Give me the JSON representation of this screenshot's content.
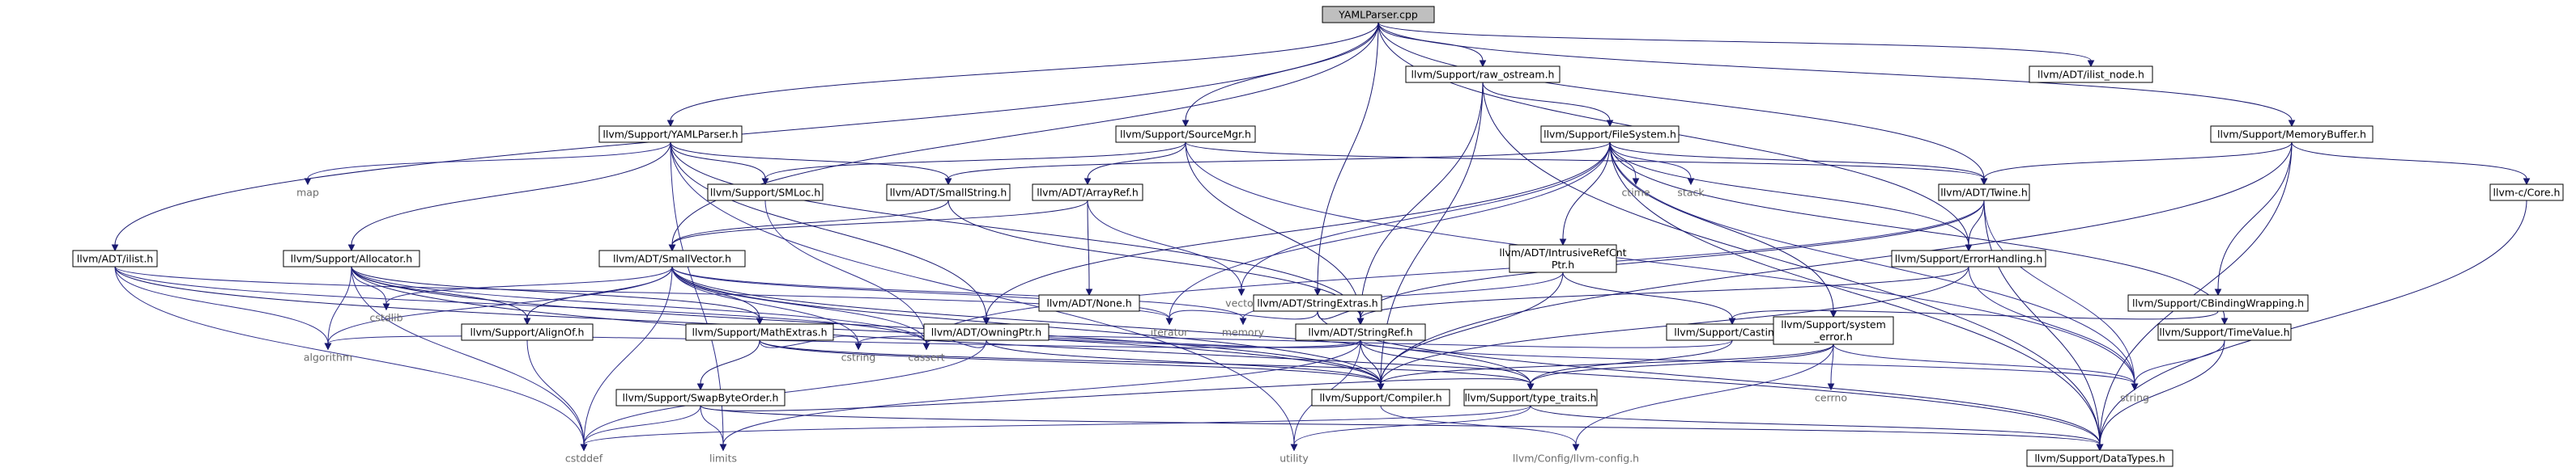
{
  "root": "YAMLParser.cpp",
  "nodes": [
    {
      "id": "root",
      "label": "YAMLParser.cpp",
      "kind": "root"
    },
    {
      "id": "raw_ostream",
      "label": "llvm/Support/raw_ostream.h",
      "kind": "header"
    },
    {
      "id": "ilist_node",
      "label": "llvm/ADT/ilist_node.h",
      "kind": "header"
    },
    {
      "id": "yamlparser",
      "label": "llvm/Support/YAMLParser.h",
      "kind": "header"
    },
    {
      "id": "sourcemgr",
      "label": "llvm/Support/SourceMgr.h",
      "kind": "header"
    },
    {
      "id": "filesystem",
      "label": "llvm/Support/FileSystem.h",
      "kind": "header"
    },
    {
      "id": "memorybuffer",
      "label": "llvm/Support/MemoryBuffer.h",
      "kind": "header"
    },
    {
      "id": "map",
      "label": "map",
      "kind": "std"
    },
    {
      "id": "smloc",
      "label": "llvm/Support/SMLoc.h",
      "kind": "header"
    },
    {
      "id": "smallstring",
      "label": "llvm/ADT/SmallString.h",
      "kind": "header"
    },
    {
      "id": "arrayref",
      "label": "llvm/ADT/ArrayRef.h",
      "kind": "header"
    },
    {
      "id": "ctime",
      "label": "ctime",
      "kind": "std"
    },
    {
      "id": "stack",
      "label": "stack",
      "kind": "std"
    },
    {
      "id": "twine",
      "label": "llvm/ADT/Twine.h",
      "kind": "header"
    },
    {
      "id": "llvmc_core",
      "label": "llvm-c/Core.h",
      "kind": "header"
    },
    {
      "id": "ilist",
      "label": "llvm/ADT/ilist.h",
      "kind": "header"
    },
    {
      "id": "allocator",
      "label": "llvm/Support/Allocator.h",
      "kind": "header"
    },
    {
      "id": "smallvector",
      "label": "llvm/ADT/SmallVector.h",
      "kind": "header"
    },
    {
      "id": "none",
      "label": "llvm/ADT/None.h",
      "kind": "header"
    },
    {
      "id": "vector",
      "label": "vector",
      "kind": "std"
    },
    {
      "id": "stringextras",
      "label": "llvm/ADT/StringExtras.h",
      "kind": "header"
    },
    {
      "id": "intrusiverefcnt",
      "label": "llvm/ADT/IntrusiveRefCntPtr.h",
      "label_lines": [
        "llvm/ADT/IntrusiveRefCnt",
        "Ptr.h"
      ],
      "kind": "header"
    },
    {
      "id": "errorhandling",
      "label": "llvm/Support/ErrorHandling.h",
      "kind": "header"
    },
    {
      "id": "cbindingwrapping",
      "label": "llvm/Support/CBindingWrapping.h",
      "kind": "header"
    },
    {
      "id": "cstdlib",
      "label": "cstdlib",
      "kind": "std"
    },
    {
      "id": "alignof",
      "label": "llvm/Support/AlignOf.h",
      "kind": "header"
    },
    {
      "id": "mathextras",
      "label": "llvm/Support/MathExtras.h",
      "kind": "header"
    },
    {
      "id": "owningptr",
      "label": "llvm/ADT/OwningPtr.h",
      "kind": "header"
    },
    {
      "id": "iterator",
      "label": "iterator",
      "kind": "std"
    },
    {
      "id": "memory",
      "label": "memory",
      "kind": "std"
    },
    {
      "id": "stringref",
      "label": "llvm/ADT/StringRef.h",
      "kind": "header"
    },
    {
      "id": "casting",
      "label": "llvm/Support/Casting.h",
      "kind": "header"
    },
    {
      "id": "system_error",
      "label": "llvm/Support/system_error.h",
      "label_lines": [
        "llvm/Support/system",
        "_error.h"
      ],
      "kind": "header"
    },
    {
      "id": "timevalue",
      "label": "llvm/Support/TimeValue.h",
      "kind": "header"
    },
    {
      "id": "algorithm",
      "label": "algorithm",
      "kind": "std"
    },
    {
      "id": "cstring",
      "label": "cstring",
      "kind": "std"
    },
    {
      "id": "cassert",
      "label": "cassert",
      "kind": "std"
    },
    {
      "id": "swapbyteorder",
      "label": "llvm/Support/SwapByteOrder.h",
      "kind": "header"
    },
    {
      "id": "compiler",
      "label": "llvm/Support/Compiler.h",
      "kind": "header"
    },
    {
      "id": "type_traits",
      "label": "llvm/Support/type_traits.h",
      "kind": "header"
    },
    {
      "id": "cerrno",
      "label": "cerrno",
      "kind": "std"
    },
    {
      "id": "string",
      "label": "string",
      "kind": "std"
    },
    {
      "id": "cstddef",
      "label": "cstddef",
      "kind": "std"
    },
    {
      "id": "limits",
      "label": "limits",
      "kind": "std"
    },
    {
      "id": "utility",
      "label": "utility",
      "kind": "std"
    },
    {
      "id": "llvm_config",
      "label": "llvm/Config/llvm-config.h",
      "kind": "std"
    },
    {
      "id": "datatypes",
      "label": "llvm/Support/DataTypes.h",
      "kind": "header"
    }
  ],
  "edges": [
    [
      "root",
      "raw_ostream"
    ],
    [
      "root",
      "ilist_node"
    ],
    [
      "root",
      "yamlparser"
    ],
    [
      "root",
      "sourcemgr"
    ],
    [
      "root",
      "memorybuffer"
    ],
    [
      "root",
      "twine"
    ],
    [
      "root",
      "errorhandling"
    ],
    [
      "root",
      "stringextras"
    ],
    [
      "root",
      "ilist"
    ],
    [
      "root",
      "smallvector"
    ],
    [
      "raw_ostream",
      "filesystem"
    ],
    [
      "raw_ostream",
      "stringref"
    ],
    [
      "raw_ostream",
      "compiler"
    ],
    [
      "raw_ostream",
      "datatypes"
    ],
    [
      "yamlparser",
      "map"
    ],
    [
      "yamlparser",
      "smloc"
    ],
    [
      "yamlparser",
      "smallstring"
    ],
    [
      "yamlparser",
      "allocator"
    ],
    [
      "yamlparser",
      "owningptr"
    ],
    [
      "yamlparser",
      "stringref"
    ],
    [
      "yamlparser",
      "limits"
    ],
    [
      "yamlparser",
      "utility"
    ],
    [
      "sourcemgr",
      "smloc"
    ],
    [
      "sourcemgr",
      "arrayref"
    ],
    [
      "sourcemgr",
      "twine"
    ],
    [
      "sourcemgr",
      "stringref"
    ],
    [
      "sourcemgr",
      "string"
    ],
    [
      "filesystem",
      "smallstring"
    ],
    [
      "filesystem",
      "twine"
    ],
    [
      "filesystem",
      "ctime"
    ],
    [
      "filesystem",
      "stack"
    ],
    [
      "filesystem",
      "intrusiverefcnt"
    ],
    [
      "filesystem",
      "errorhandling"
    ],
    [
      "filesystem",
      "system_error"
    ],
    [
      "filesystem",
      "vector"
    ],
    [
      "filesystem",
      "iterator"
    ],
    [
      "filesystem",
      "owningptr"
    ],
    [
      "filesystem",
      "string"
    ],
    [
      "filesystem",
      "timevalue"
    ],
    [
      "filesystem",
      "datatypes"
    ],
    [
      "memorybuffer",
      "twine"
    ],
    [
      "memorybuffer",
      "cbindingwrapping"
    ],
    [
      "memorybuffer",
      "llvmc_core"
    ],
    [
      "memorybuffer",
      "datatypes"
    ],
    [
      "memorybuffer",
      "compiler"
    ],
    [
      "smallstring",
      "smallvector"
    ],
    [
      "smallstring",
      "stringref"
    ],
    [
      "arrayref",
      "none"
    ],
    [
      "arrayref",
      "smallvector"
    ],
    [
      "arrayref",
      "vector"
    ],
    [
      "smloc",
      "cassert"
    ],
    [
      "twine",
      "stringref"
    ],
    [
      "twine",
      "errorhandling"
    ],
    [
      "twine",
      "string"
    ],
    [
      "twine",
      "datatypes"
    ],
    [
      "twine",
      "cassert"
    ],
    [
      "llvmc_core",
      "datatypes"
    ],
    [
      "ilist",
      "algorithm"
    ],
    [
      "ilist",
      "cassert"
    ],
    [
      "ilist",
      "cstddef"
    ],
    [
      "ilist",
      "iterator"
    ],
    [
      "ilist",
      "compiler"
    ],
    [
      "allocator",
      "alignof"
    ],
    [
      "allocator",
      "mathextras"
    ],
    [
      "allocator",
      "algorithm"
    ],
    [
      "allocator",
      "cassert"
    ],
    [
      "allocator",
      "cstddef"
    ],
    [
      "allocator",
      "cstdlib"
    ],
    [
      "allocator",
      "compiler"
    ],
    [
      "allocator",
      "datatypes"
    ],
    [
      "smallvector",
      "alignof"
    ],
    [
      "smallvector",
      "compiler"
    ],
    [
      "smallvector",
      "mathextras"
    ],
    [
      "smallvector",
      "type_traits"
    ],
    [
      "smallvector",
      "algorithm"
    ],
    [
      "smallvector",
      "cassert"
    ],
    [
      "smallvector",
      "cstddef"
    ],
    [
      "smallvector",
      "cstdlib"
    ],
    [
      "smallvector",
      "cstring"
    ],
    [
      "smallvector",
      "iterator"
    ],
    [
      "smallvector",
      "memory"
    ],
    [
      "stringextras",
      "stringref"
    ],
    [
      "stringextras",
      "datatypes"
    ],
    [
      "stringextras",
      "iterator"
    ],
    [
      "intrusiverefcnt",
      "casting"
    ],
    [
      "intrusiverefcnt",
      "compiler"
    ],
    [
      "intrusiverefcnt",
      "memory"
    ],
    [
      "errorhandling",
      "stringref"
    ],
    [
      "errorhandling",
      "compiler"
    ],
    [
      "errorhandling",
      "string"
    ],
    [
      "cbindingwrapping",
      "casting"
    ],
    [
      "alignof",
      "cstddef"
    ],
    [
      "mathextras",
      "compiler"
    ],
    [
      "mathextras",
      "swapbyteorder"
    ],
    [
      "mathextras",
      "type_traits"
    ],
    [
      "mathextras",
      "cstring"
    ],
    [
      "owningptr",
      "compiler"
    ],
    [
      "owningptr",
      "cassert"
    ],
    [
      "owningptr",
      "cstddef"
    ],
    [
      "stringref",
      "compiler"
    ],
    [
      "stringref",
      "type_traits"
    ],
    [
      "stringref",
      "algorithm"
    ],
    [
      "stringref",
      "cassert"
    ],
    [
      "stringref",
      "cstring"
    ],
    [
      "stringref",
      "limits"
    ],
    [
      "stringref",
      "string"
    ],
    [
      "stringref",
      "utility"
    ],
    [
      "casting",
      "type_traits"
    ],
    [
      "casting",
      "cassert"
    ],
    [
      "system_error",
      "llvm_config"
    ],
    [
      "system_error",
      "cerrno"
    ],
    [
      "system_error",
      "string"
    ],
    [
      "system_error",
      "type_traits"
    ],
    [
      "system_error",
      "compiler"
    ],
    [
      "timevalue",
      "datatypes"
    ],
    [
      "timevalue",
      "string"
    ],
    [
      "swapbyteorder",
      "type_traits"
    ],
    [
      "swapbyteorder",
      "cstddef"
    ],
    [
      "swapbyteorder",
      "limits"
    ],
    [
      "swapbyteorder",
      "datatypes"
    ],
    [
      "compiler",
      "llvm_config"
    ],
    [
      "type_traits",
      "utility"
    ],
    [
      "type_traits",
      "datatypes"
    ],
    [
      "type_traits",
      "cstddef"
    ]
  ]
}
